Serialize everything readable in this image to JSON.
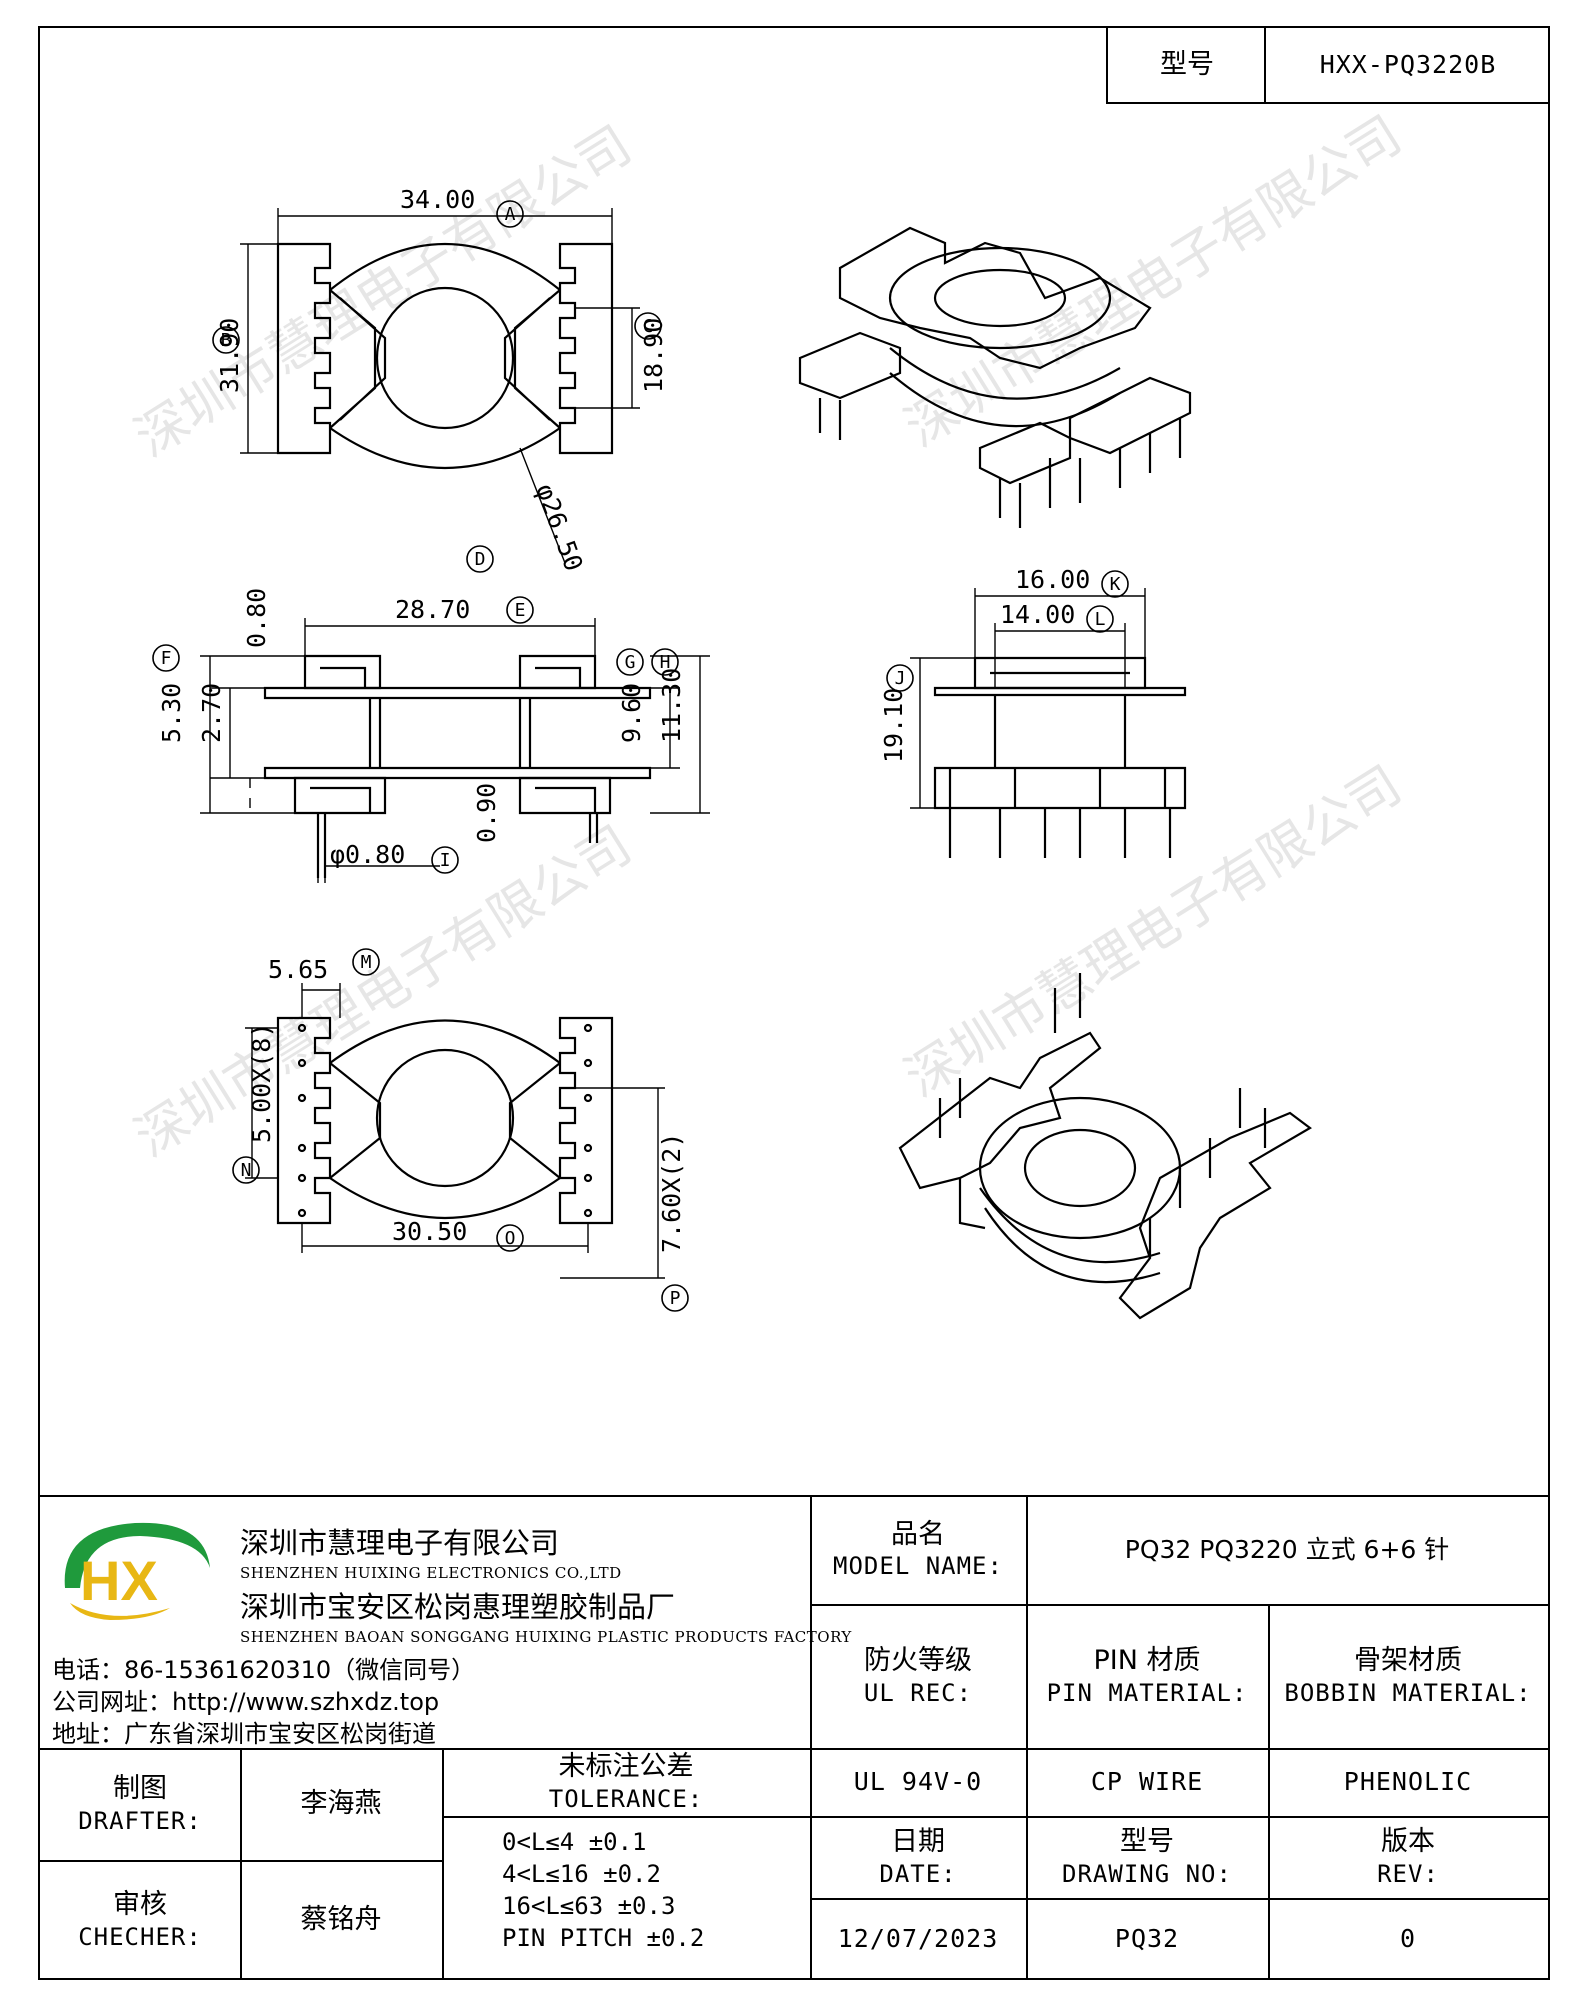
{
  "model_box": {
    "label": "型号",
    "value": "HXX-PQ3220B"
  },
  "dimensions": {
    "a": "34.00",
    "b": "31.90",
    "c": "18.90",
    "d": "φ26.50",
    "e": "28.70",
    "h1": "0.80",
    "f": "5.30",
    "f2": "2.70",
    "g": "9.60",
    "h": "11.30",
    "p90": "0.90",
    "i": "φ0.80",
    "k": "16.00",
    "l": "14.00",
    "j": "19.10",
    "m": "5.65",
    "n": "5.00X(8)",
    "o": "30.50",
    "p": "7.60X(2)"
  },
  "markers": [
    "A",
    "B",
    "C",
    "D",
    "E",
    "F",
    "G",
    "H",
    "I",
    "J",
    "K",
    "L",
    "M",
    "N",
    "O",
    "P"
  ],
  "watermark": "深圳市慧理电子有限公司",
  "company": {
    "name_cn": "深圳市慧理电子有限公司",
    "name_en": "SHENZHEN HUIXING ELECTRONICS CO.,LTD",
    "factory_cn": "深圳市宝安区松岗惠理塑胶制品厂",
    "factory_en": "SHENZHEN BAOAN SONGGANG HUIXING PLASTIC PRODUCTS FACTORY",
    "phone": "电话：86-15361620310（微信同号）",
    "website": "公司网址：http://www.szhxdz.top",
    "address": "地址：广东省深圳市宝安区松岗街道",
    "logo_text": "HX",
    "logo_colors": {
      "green": "#1f9a3c",
      "yellow": "#e8b714"
    }
  },
  "title_block": {
    "model_name_cn": "品名",
    "model_name_en": "MODEL NAME:",
    "model_name_value": "PQ32 PQ3220 立式 6+6 针",
    "ul_cn": "防火等级",
    "ul_en": "UL REC:",
    "pin_cn": "PIN 材质",
    "pin_en": "PIN MATERIAL:",
    "bobbin_cn": "骨架材质",
    "bobbin_en": "BOBBIN MATERIAL:",
    "ul_value": "UL 94V-0",
    "pin_value": "CP WIRE",
    "bobbin_value": "PHENOLIC",
    "date_cn": "日期",
    "date_en": "DATE:",
    "drawing_cn": "型号",
    "drawing_en": "DRAWING NO:",
    "rev_cn": "版本",
    "rev_en": "REV:",
    "date_value": "12/07/2023",
    "drawing_value": "PQ32",
    "rev_value": "0",
    "drafter_cn": "制图",
    "drafter_en": "DRAFTER:",
    "drafter_value": "李海燕",
    "checker_cn": "审核",
    "checker_en": "CHECHER:",
    "checker_value": "蔡铭舟",
    "tol_cn": "未标注公差",
    "tol_en": "TOLERANCE:",
    "tol_lines": [
      "0<L≤4   ±0.1",
      "4<L≤16  ±0.2",
      "16<L≤63 ±0.3",
      "PIN PITCH ±0.2"
    ]
  }
}
